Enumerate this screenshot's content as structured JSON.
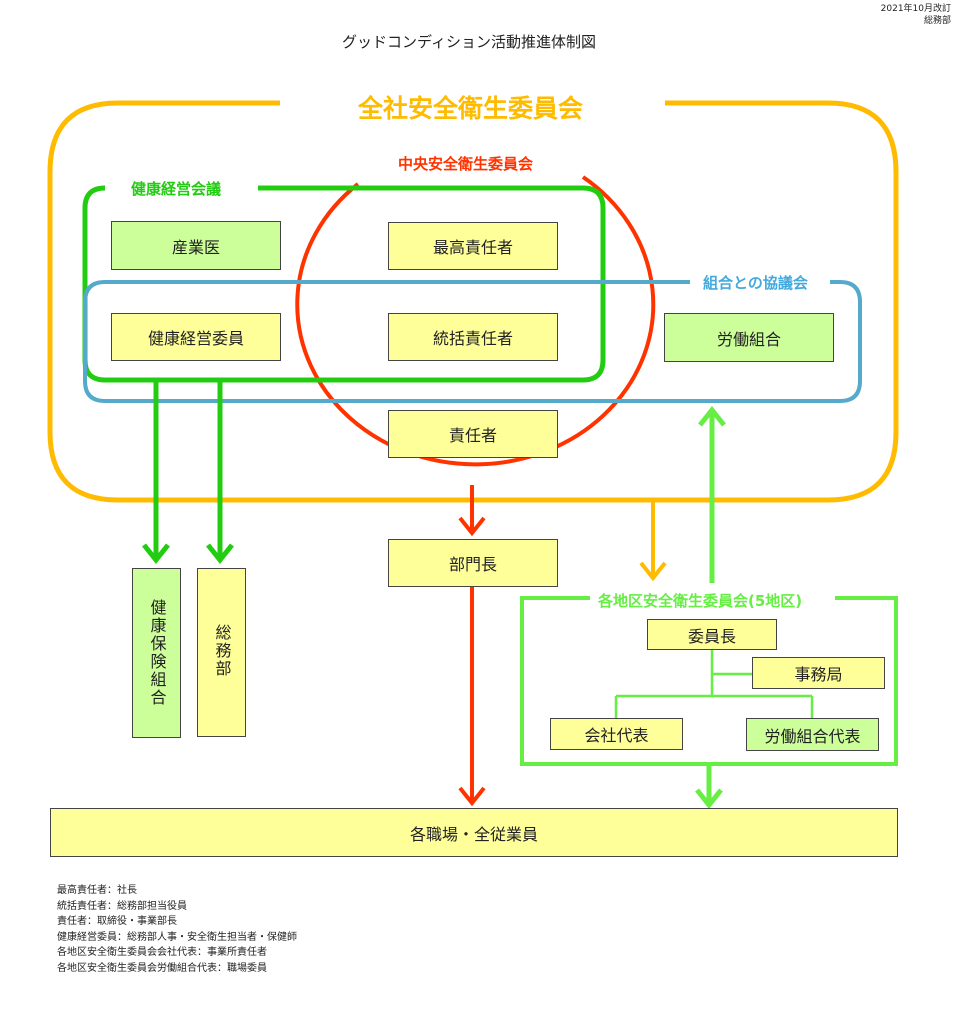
{
  "header": {
    "date": "2021年10月改訂",
    "dept": "総務部",
    "title": "グッドコンディション活動推進体制図"
  },
  "groups": {
    "company_committee": "全社安全衛生委員会",
    "central_committee": "中央安全衛生委員会",
    "health_council": "健康経営会議",
    "union_council": "組合との協議会",
    "regional_committee": "各地区安全衛生委員会(5地区)"
  },
  "boxes": {
    "occupational_physician": "産業医",
    "top_manager": "最高責任者",
    "chief_manager": "統括責任者",
    "health_committee_member": "健康経営委員",
    "labor_union": "労働組合",
    "responsible_person": "責任者",
    "department_head": "部門長",
    "health_insurance": "健康保険組合",
    "general_affairs": "総務部",
    "chairman": "委員長",
    "secretariat": "事務局",
    "company_rep": "会社代表",
    "union_rep": "労働組合代表",
    "all_employees": "各職場・全従業員"
  },
  "notes": [
    "最高責任者：社長",
    "統括責任者：総務部担当役員",
    "責任者：取締役・事業部長",
    "健康経営委員：総務部人事・安全衛生担当者・保健師",
    "各地区安全衛生委員会会社代表：事業所責任者",
    "各地区安全衛生委員会労働組合代表：職場委員"
  ],
  "colors": {
    "company_committee": "#ffbb00",
    "central_committee": "#ff3300",
    "health_council": "#22cc11",
    "union_council": "#55aacc",
    "regional_committee": "#66ee44",
    "box_yellow": "#ffff99",
    "box_green": "#ccff99"
  }
}
